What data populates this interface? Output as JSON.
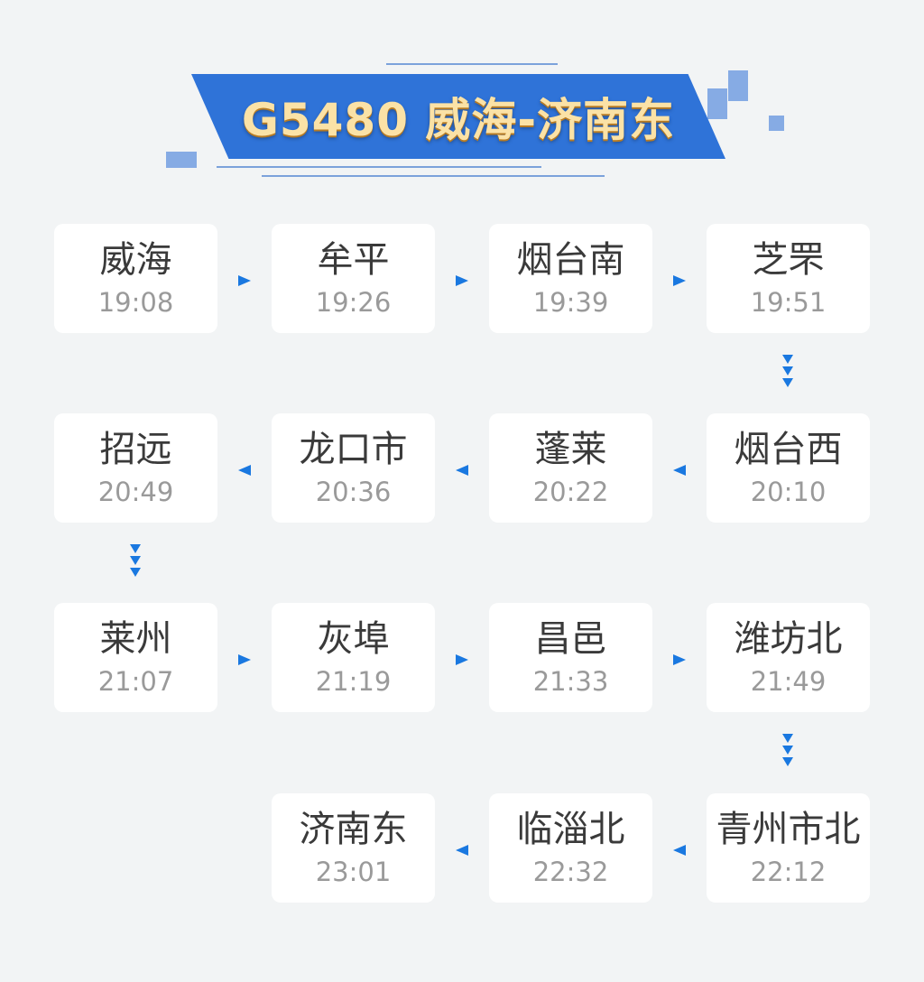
{
  "header": {
    "title": "G5480 威海-济南东"
  },
  "colors": {
    "accent": "#2f73d8",
    "arrow": "#1a78e0"
  },
  "stations": [
    {
      "name": "威海",
      "time": "19:08"
    },
    {
      "name": "牟平",
      "time": "19:26"
    },
    {
      "name": "烟台南",
      "time": "19:39"
    },
    {
      "name": "芝罘",
      "time": "19:51"
    },
    {
      "name": "烟台西",
      "time": "20:10"
    },
    {
      "name": "蓬莱",
      "time": "20:22"
    },
    {
      "name": "龙口市",
      "time": "20:36"
    },
    {
      "name": "招远",
      "time": "20:49"
    },
    {
      "name": "莱州",
      "time": "21:07"
    },
    {
      "name": "灰埠",
      "time": "21:19"
    },
    {
      "name": "昌邑",
      "time": "21:33"
    },
    {
      "name": "潍坊北",
      "time": "21:49"
    },
    {
      "name": "青州市北",
      "time": "22:12"
    },
    {
      "name": "临淄北",
      "time": "22:32"
    },
    {
      "name": "济南东",
      "time": "23:01"
    }
  ]
}
